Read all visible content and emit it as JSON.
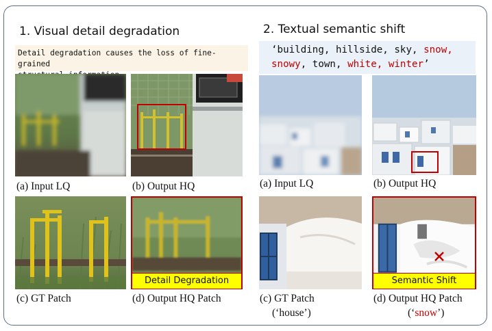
{
  "panel_left": {
    "heading": "1. Visual detail degradation",
    "description_line1": "Detail degradation causes the loss of fine-grained",
    "description_line2": "structural information.",
    "captions": {
      "a": "(a)  Input LQ",
      "b": "(b)  Output HQ",
      "c": "(c)  GT Patch",
      "d": "(d)  Output HQ Patch"
    },
    "banner": "Detail Degradation"
  },
  "panel_right": {
    "heading": "2. Textual semantic shift",
    "keywords_line1": {
      "plain": "‘building, hillside, sky, ",
      "red": "snow,"
    },
    "keywords_line2": {
      "red1": "snowy",
      "plain1": ", town, ",
      "red2": "white, winter",
      "plain2": "’"
    },
    "captions": {
      "a": "(a)  Input LQ",
      "b": "(b)  Output HQ",
      "c": "(c)  GT Patch",
      "c_sub": "(‘house’)",
      "d": "(d)  Output HQ Patch",
      "d_sub_open": "(‘",
      "d_sub_word": "snow",
      "d_sub_close": "’)"
    },
    "banner": "Semantic Shift"
  },
  "colors": {
    "highlight_red": "#c00000",
    "banner_yellow": "#ffff00",
    "frame_border": "#5a6f86",
    "left_text_bg": "#faf3e6",
    "right_text_bg": "#eaf1f8"
  },
  "icons": [
    "cross-mark-icon"
  ]
}
